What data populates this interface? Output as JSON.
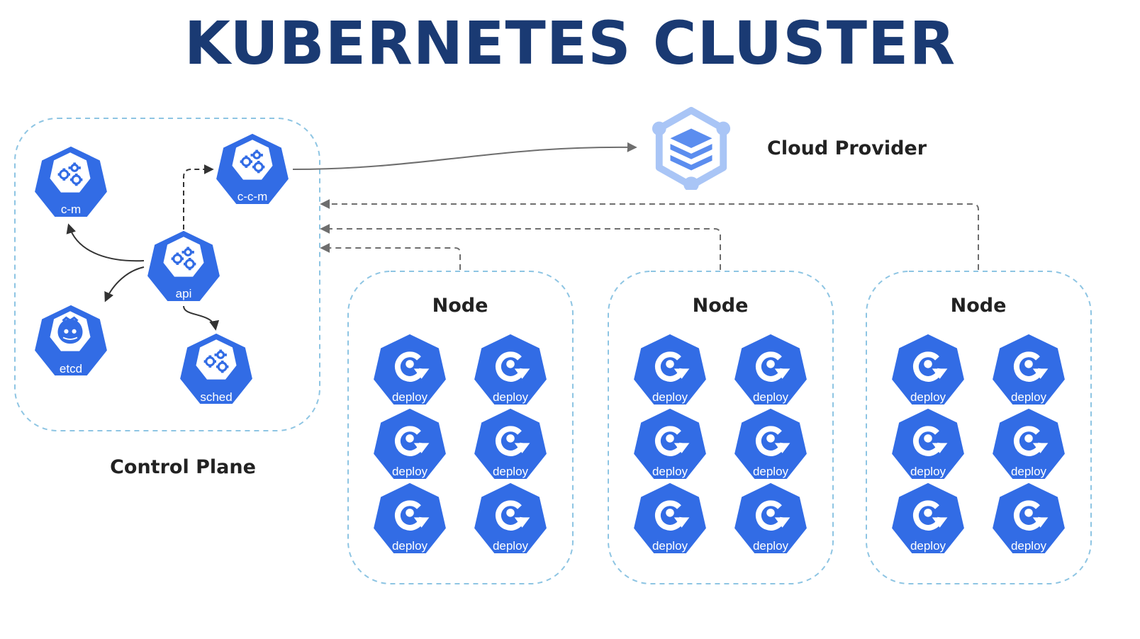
{
  "title": "KUBERNETES CLUSTER",
  "colors": {
    "title": "#1a3a73",
    "k8s_blue": "#326ce5",
    "frame": "#8ec5e3",
    "cloud_light": "#a9c5f6",
    "cloud_dark": "#5b8def"
  },
  "control_plane": {
    "label": "Control Plane",
    "components": {
      "cm": {
        "label": "c-m",
        "icon": "gears-icon"
      },
      "ccm": {
        "label": "c-c-m",
        "icon": "gears-icon"
      },
      "api": {
        "label": "api",
        "icon": "gears-icon"
      },
      "etcd": {
        "label": "etcd",
        "icon": "etcd-icon"
      },
      "sched": {
        "label": "sched",
        "icon": "gears-icon"
      }
    }
  },
  "cloud_provider": {
    "label": "Cloud Provider",
    "icon": "cloud-storage-icon"
  },
  "nodes": [
    {
      "label": "Node",
      "deployments": [
        "deploy",
        "deploy",
        "deploy",
        "deploy",
        "deploy",
        "deploy"
      ]
    },
    {
      "label": "Node",
      "deployments": [
        "deploy",
        "deploy",
        "deploy",
        "deploy",
        "deploy",
        "deploy"
      ]
    },
    {
      "label": "Node",
      "deployments": [
        "deploy",
        "deploy",
        "deploy",
        "deploy",
        "deploy",
        "deploy"
      ]
    }
  ]
}
